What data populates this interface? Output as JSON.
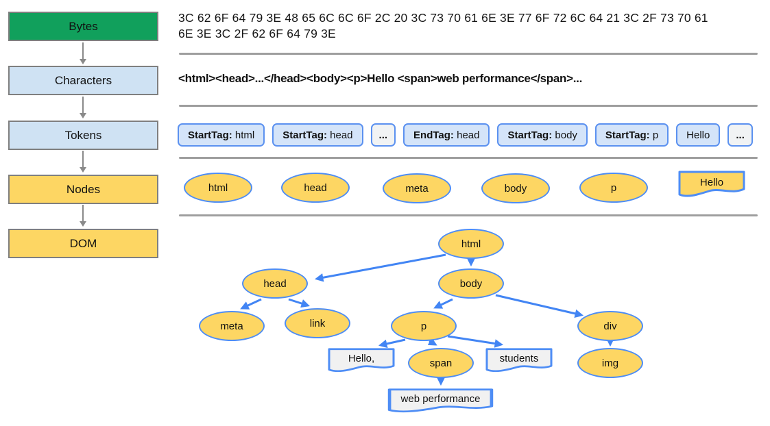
{
  "colors": {
    "bytes_green": "#11A05C",
    "stage_blue": "#CFE2F3",
    "stage_yellow": "#FDD663",
    "stage_border_gray": "#7F7F7F",
    "token_fill": "#D4E4F9",
    "token_ellipsis_fill": "#F1F3F4",
    "node_yellow": "#FDD663",
    "text_node_fill": "#F1F1F1",
    "blue_border": "#4E8DF5",
    "arrow_blue": "#4285F4",
    "divider_gray": "#9E9E9E",
    "flow_arrow_gray": "#8A8A8A"
  },
  "pipeline": {
    "stages": [
      {
        "id": "bytes",
        "label": "Bytes"
      },
      {
        "id": "characters",
        "label": "Characters"
      },
      {
        "id": "tokens",
        "label": "Tokens"
      },
      {
        "id": "nodes",
        "label": "Nodes"
      },
      {
        "id": "dom",
        "label": "DOM"
      }
    ]
  },
  "bytes_row": {
    "line1": "3C 62 6F 64 79 3E 48 65 6C 6C 6F 2C 20 3C 73 70 61 6E 3E 77 6F 72 6C 64 21 3C 2F 73 70 61",
    "line2": "6E 3E 3C 2F 62 6F 64 79 3E"
  },
  "characters_row": {
    "text": "<html><head>...</head><body><p>Hello <span>web performance</span>..."
  },
  "tokens_row": [
    {
      "prefix": "StartTag:",
      "value": " html"
    },
    {
      "prefix": "StartTag:",
      "value": " head"
    },
    {
      "prefix": "",
      "value": "..."
    },
    {
      "prefix": "EndTag:",
      "value": " head"
    },
    {
      "prefix": "StartTag:",
      "value": " body"
    },
    {
      "prefix": "StartTag:",
      "value": " p"
    },
    {
      "prefix": "",
      "value": "Hello"
    },
    {
      "prefix": "",
      "value": "..."
    }
  ],
  "nodes_row": {
    "ellipses": [
      "html",
      "head",
      "meta",
      "body",
      "p"
    ],
    "text_node": "Hello"
  },
  "dom_tree": {
    "elements": [
      "html",
      "head",
      "body",
      "meta",
      "link",
      "p",
      "div",
      "span",
      "img"
    ],
    "text_nodes": [
      "Hello,",
      "students",
      "web performance"
    ]
  }
}
